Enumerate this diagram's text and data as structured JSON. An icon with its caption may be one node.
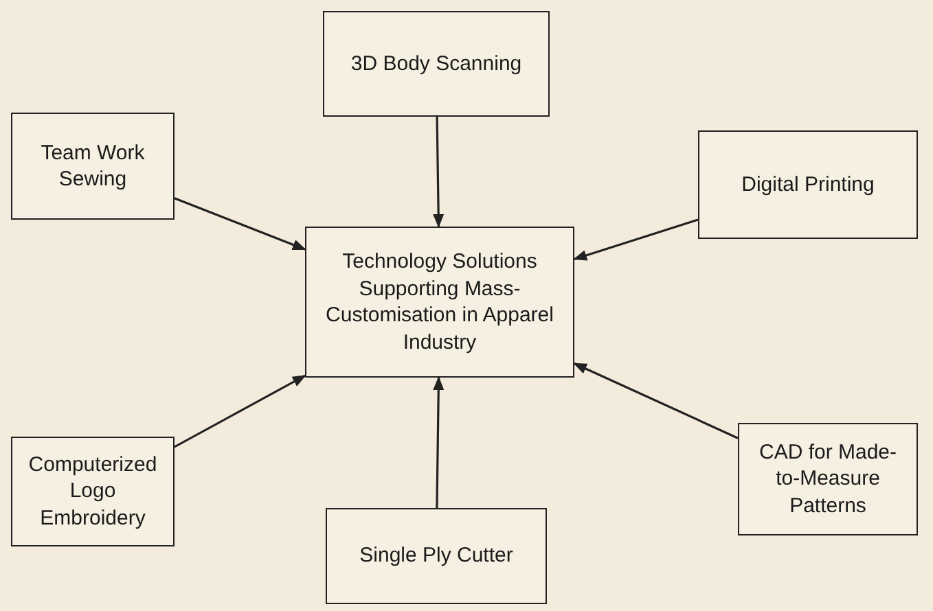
{
  "diagram": {
    "nodes": [
      {
        "text": [
          "3D Body Scanning"
        ]
      },
      {
        "text": [
          "Team Work Sewing"
        ]
      },
      {
        "text": [
          "Digital Printing"
        ]
      },
      {
        "text": [
          "Technology Solutions Supporting Mass-Customisation in Apparel Industry"
        ]
      },
      {
        "text": [
          "Computerized Logo Embroidery"
        ]
      },
      {
        "text": [
          "CAD for Made-to-Measure Patterns"
        ]
      },
      {
        "text": [
          "Single Ply Cutter"
        ]
      }
    ],
    "edges": [
      {
        "from": 0,
        "to": 3,
        "arrow": "to"
      },
      {
        "from": 1,
        "to": 3,
        "arrow": "to"
      },
      {
        "from": 2,
        "to": 3,
        "arrow": "to"
      },
      {
        "from": 4,
        "to": 3,
        "arrow": "to"
      },
      {
        "from": 5,
        "to": 3,
        "arrow": "to"
      },
      {
        "from": 6,
        "to": 3,
        "arrow": "to"
      }
    ]
  }
}
